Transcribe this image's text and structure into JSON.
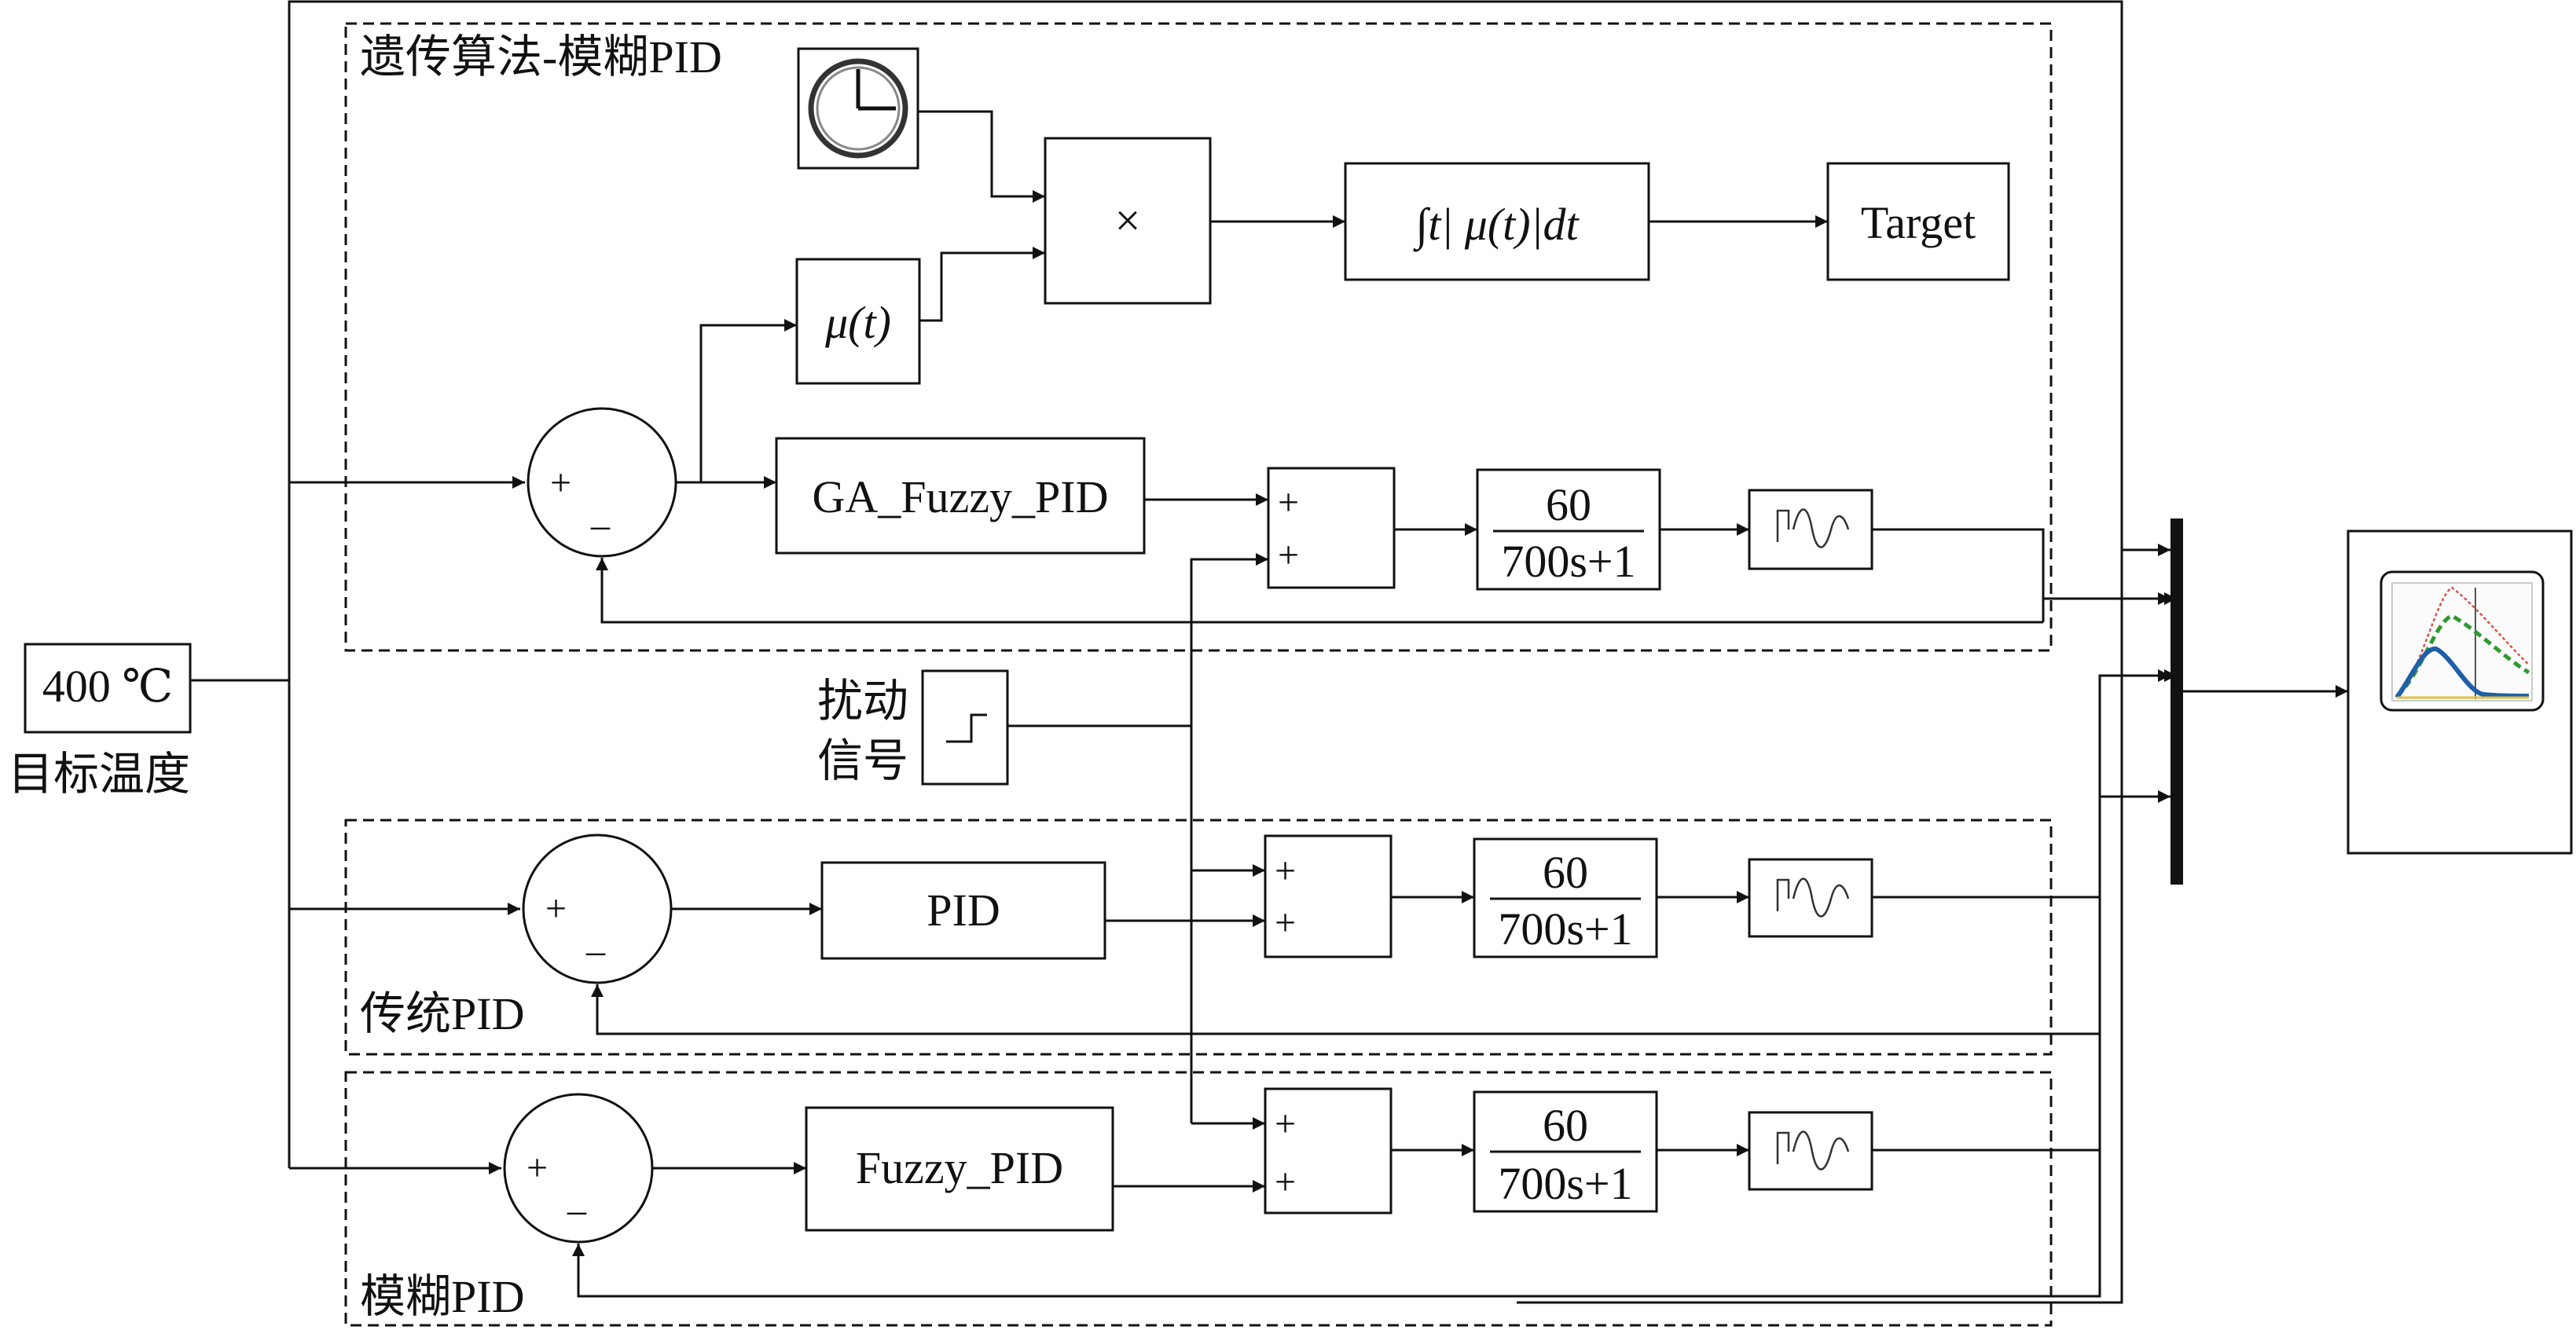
{
  "groups": {
    "ga_fuzzy_pid": "遗传算法-模糊PID",
    "traditional_pid": "传统PID",
    "fuzzy_pid": "模糊PID"
  },
  "source": {
    "value": "400 ℃",
    "caption": "目标温度"
  },
  "disturbance": {
    "line1": "扰动",
    "line2": "信号"
  },
  "blocks": {
    "multiply": "×",
    "integral": "∫t| μ(t)|dt",
    "target": "Target",
    "mu": "μ(t)",
    "ga_controller": "GA_Fuzzy_PID",
    "pid_controller": "PID",
    "fuzzy_controller": "Fuzzy_PID"
  },
  "plant": {
    "numerator": "60",
    "denominator": "700s+1"
  },
  "signs": {
    "plus": "+",
    "minus": "_"
  },
  "icons": {
    "clock": "clock-icon",
    "step": "step-icon",
    "delay": "transport-delay-icon",
    "scope": "scope-icon"
  },
  "scope_colors": {
    "ga": "#1f5fa8",
    "pid": "#d9534f",
    "fuzzy": "#2e9a2e",
    "base": "#e0c040"
  }
}
